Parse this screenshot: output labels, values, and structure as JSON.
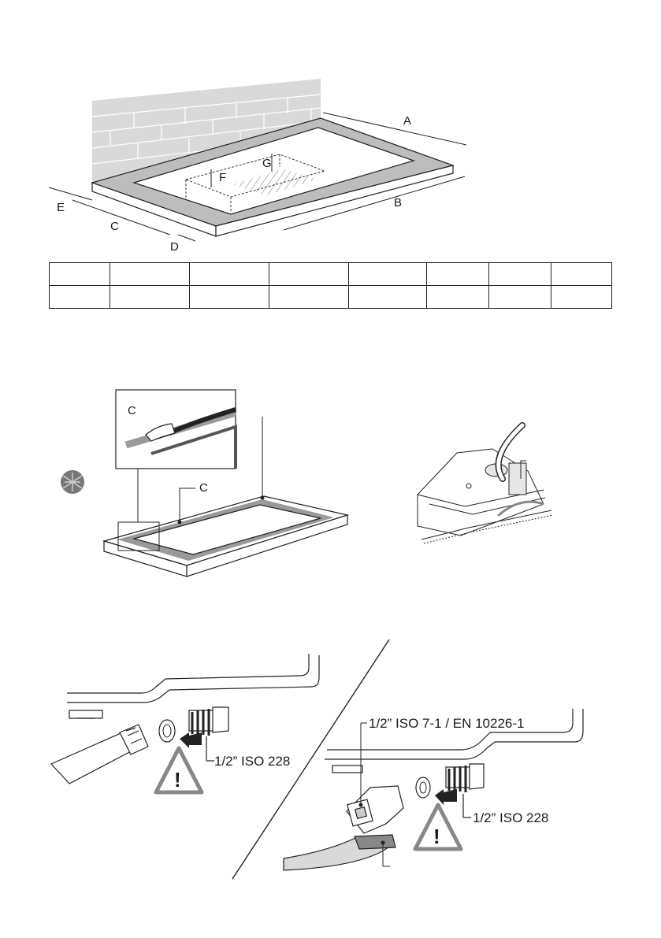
{
  "figure1": {
    "labels": {
      "A": "A",
      "B": "B",
      "C": "C",
      "D": "D",
      "E": "E",
      "F": "F",
      "G": "G"
    }
  },
  "dimension_table": {
    "rows": [
      [
        "",
        "",
        "",
        "",
        "",
        "",
        "",
        ""
      ],
      [
        "",
        "",
        "",
        "",
        "",
        "",
        "",
        ""
      ]
    ]
  },
  "figure2": {
    "detail_label": "C",
    "callout_label": "C"
  },
  "figure4": {
    "left_thread": "1/2” ISO 228",
    "right_top_thread": "1/2” ISO 7-1 / EN 10226-1",
    "right_thread": "1/2” ISO 228",
    "warning_glyph": "!"
  },
  "icons": [
    "caution-triangle-icon",
    "seal-pattern-icon",
    "arrow-icon"
  ]
}
